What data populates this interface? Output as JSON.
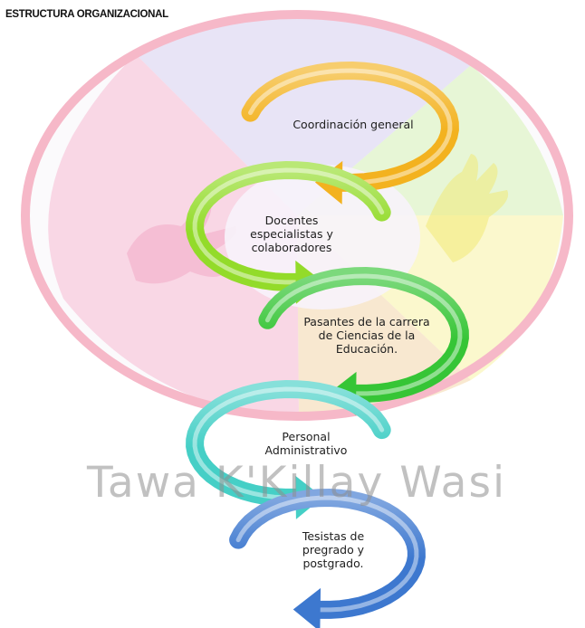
{
  "title": "ESTRUCTURA ORGANIZACIONAL",
  "watermark": "Tawa K'Killay Wasi",
  "nodes": [
    {
      "label": "Coordinación general",
      "color": "#f3b21f"
    },
    {
      "label": "Docentes especialistas y colaboradores",
      "color": "#93db2a"
    },
    {
      "label": "Pasantes de la carrera de Ciencias de la Educación.",
      "color": "#36c536"
    },
    {
      "label": "Personal Administrativo",
      "color": "#45cfc6"
    },
    {
      "label": "Tesistas de pregrado y postgrado.",
      "color": "#3d78cf"
    }
  ],
  "colors": {
    "logo_ring": "#f6b8c8",
    "logo_pink": "#f8d0e0",
    "logo_lavender": "#e4dff4",
    "logo_green": "#e3f4cf",
    "logo_yellow": "#fbf7c8",
    "logo_orange": "#f8e3c4"
  }
}
